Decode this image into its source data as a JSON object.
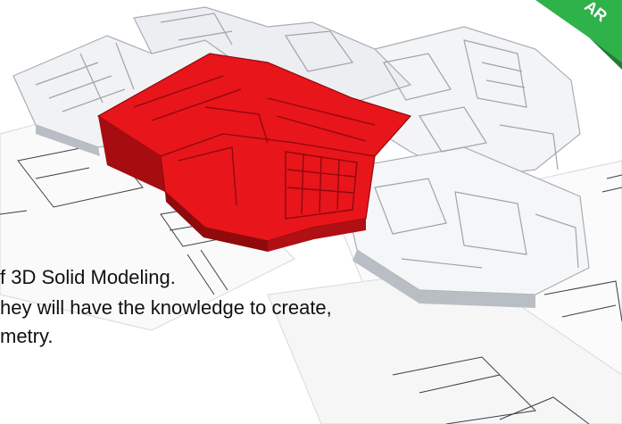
{
  "scene": {
    "subject": "3d-house-model-on-blueprints",
    "colors": {
      "highlight": "#e8151b",
      "highlight_dark": "#a50d10",
      "walls": "#f1f2f4",
      "walls_shadow": "#b9bec5",
      "blueprint_lines": "#3a3f47",
      "badge": "#2fb24a",
      "text": "#111111"
    }
  },
  "badge": {
    "text": "AR"
  },
  "text_lines": [
    "f 3D Solid Modeling.",
    "hey will have the knowledge to create,",
    "metry."
  ]
}
